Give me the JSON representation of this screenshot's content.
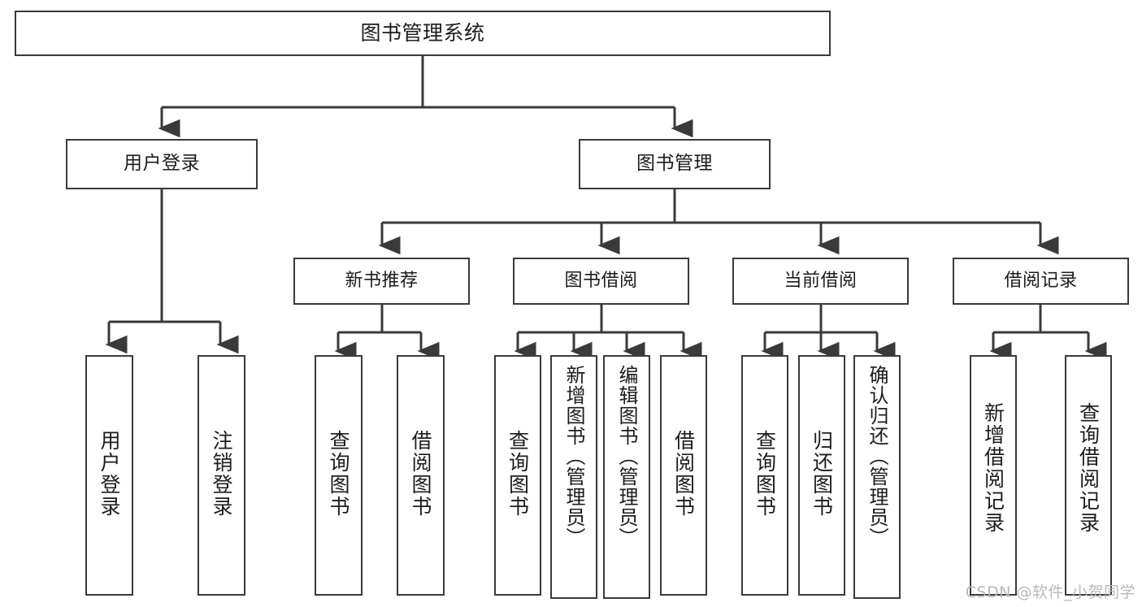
{
  "diagram": {
    "title": "图书管理系统",
    "type": "tree-hierarchy-chart",
    "watermark": "CSDN @软件_小贺同学",
    "colors": {
      "border": "#3a3a3a",
      "background": "#ffffff",
      "text": "#1c1c1c",
      "watermark": "#b9b9b9"
    }
  },
  "nodes": {
    "root": {
      "label": "图书管理系统"
    },
    "level1": [
      {
        "label": "用户登录"
      },
      {
        "label": "图书管理"
      }
    ],
    "level2": [
      {
        "label": "新书推荐"
      },
      {
        "label": "图书借阅"
      },
      {
        "label": "当前借阅"
      },
      {
        "label": "借阅记录"
      }
    ],
    "leaves": {
      "user_login": [
        {
          "label": "用户登录"
        },
        {
          "label": "注销登录"
        }
      ],
      "new_book_recommend": [
        {
          "label": "查询图书"
        },
        {
          "label": "借阅图书"
        }
      ],
      "book_borrow": [
        {
          "label": "查询图书"
        },
        {
          "label": "新增图书（管理员）"
        },
        {
          "label": "编辑图书（管理员）"
        },
        {
          "label": "借阅图书"
        }
      ],
      "current_borrow": [
        {
          "label": "查询图书"
        },
        {
          "label": "归还图书"
        },
        {
          "label": "确认归还（管理员）"
        }
      ],
      "borrow_record": [
        {
          "label": "新增借阅记录"
        },
        {
          "label": "查询借阅记录"
        }
      ]
    }
  }
}
